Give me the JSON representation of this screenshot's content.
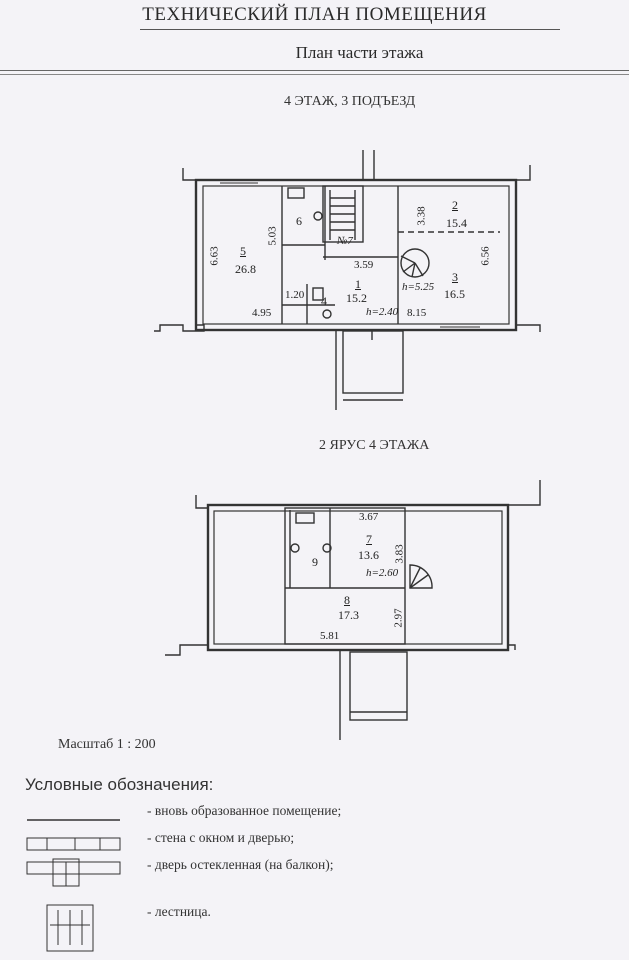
{
  "header": {
    "title": "ТЕХНИЧЕСКИЙ ПЛАН ПОМЕЩЕНИЯ",
    "subtitle": "План части этажа"
  },
  "floor1": {
    "label": "4 ЭТАЖ, 3 ПОДЪЕЗД",
    "rooms": [
      {
        "num": "5",
        "area": "26.8"
      },
      {
        "num": "6",
        "area": ""
      },
      {
        "num": "№7",
        "area": ""
      },
      {
        "num": "2",
        "area": "15.4"
      },
      {
        "num": "1",
        "area": "15.2"
      },
      {
        "num": "3",
        "area": "16.5"
      },
      {
        "num": "4",
        "area": ""
      }
    ],
    "dimensions": [
      "6.63",
      "5.03",
      "3.38",
      "6.56",
      "3.59",
      "4.95",
      "1.20",
      "8.15"
    ],
    "heights": [
      "h=5.25",
      "h=2.40"
    ]
  },
  "floor2": {
    "label": "2 ЯРУС 4 ЭТАЖА",
    "rooms": [
      {
        "num": "7",
        "area": "13.6"
      },
      {
        "num": "9",
        "area": ""
      },
      {
        "num": "8",
        "area": "17.3"
      }
    ],
    "dimensions": [
      "3.67",
      "3.83",
      "5.81",
      "2.97"
    ],
    "heights": [
      "h=2.60"
    ]
  },
  "scale": "Масштаб 1 : 200",
  "legend": {
    "title": "Условные обозначения:",
    "items": [
      "- вновь образованное помещение;",
      "- стена с окном и дверью;",
      "- дверь остекленная (на балкон);",
      "- лестница."
    ]
  }
}
